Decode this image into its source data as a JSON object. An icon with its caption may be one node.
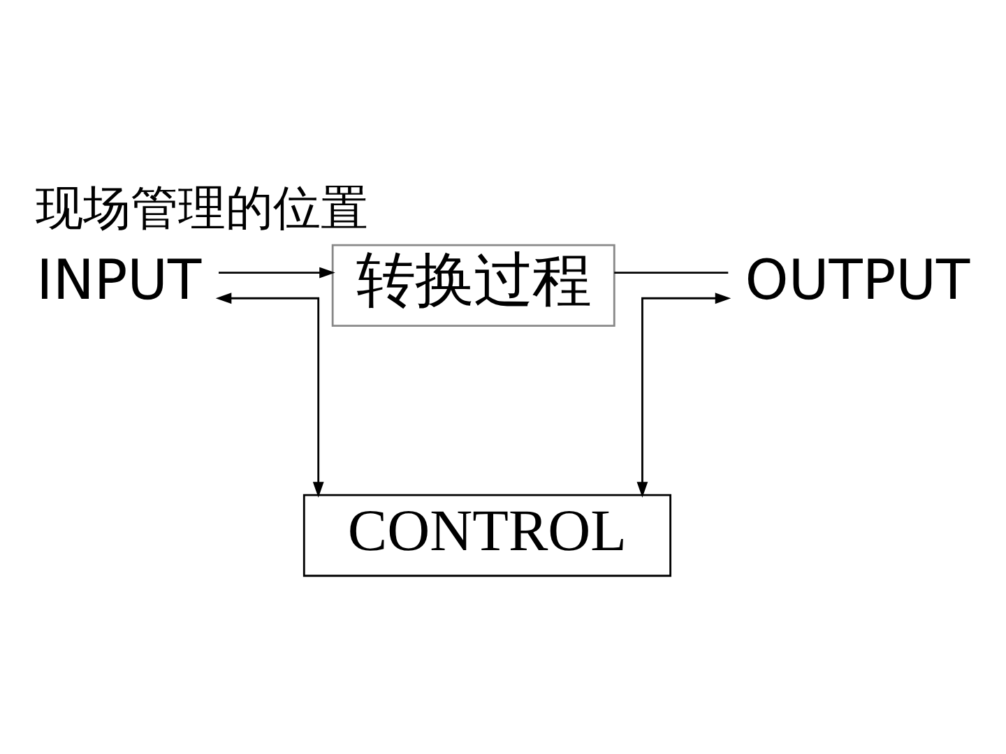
{
  "diagram": {
    "title": "现场管理的位置",
    "nodes": [
      {
        "text": [
          "INPUT"
        ]
      },
      {
        "text": [
          "转换过程"
        ]
      },
      {
        "text": [
          "OUTPUT"
        ]
      },
      {
        "text": [
          "CONTROL"
        ]
      }
    ],
    "edges": [
      {
        "from": 0,
        "to": 1,
        "arrow": "to"
      },
      {
        "from": 1,
        "to": 2,
        "arrow": "none"
      },
      {
        "from": 2,
        "to": 3,
        "arrow": "both"
      },
      {
        "from": 0,
        "to": 3,
        "arrow": "both"
      }
    ]
  }
}
